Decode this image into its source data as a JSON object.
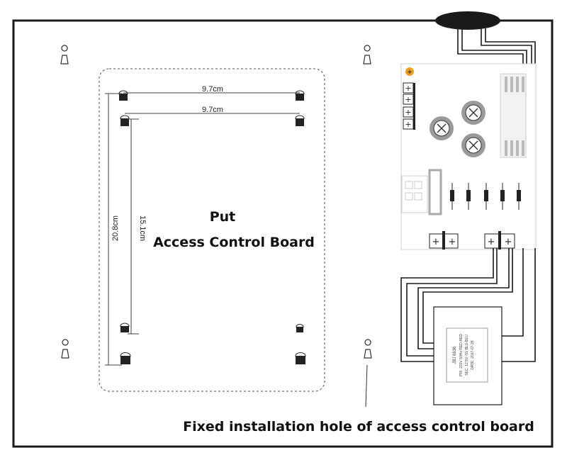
{
  "labels": {
    "put": "Put",
    "board": "Access Control Board",
    "hole": "Fixed installation hole of access control board"
  },
  "dimensions": {
    "width_top": "9.7cm",
    "width_second": "9.7cm",
    "height_outer": "20.8cm",
    "height_inner": "15.1cm"
  },
  "transformer": {
    "lines": [
      "JBJ    6636",
      "PRI: 220V 50Hz  RED-RED",
      "SEC: 12.5V~5V  BLU-BLU",
      "DATE: 2017-07-28"
    ]
  },
  "colors": {
    "line": "#1a1a1a",
    "dash": "#777777",
    "fuse": "#f0a020",
    "capacitor_ring": "#9a9a9a"
  },
  "icons": [
    "keyhole-icon",
    "cable-gland-icon",
    "capacitor-icon",
    "diode-icon",
    "terminal-block-icon",
    "fuse-icon"
  ]
}
